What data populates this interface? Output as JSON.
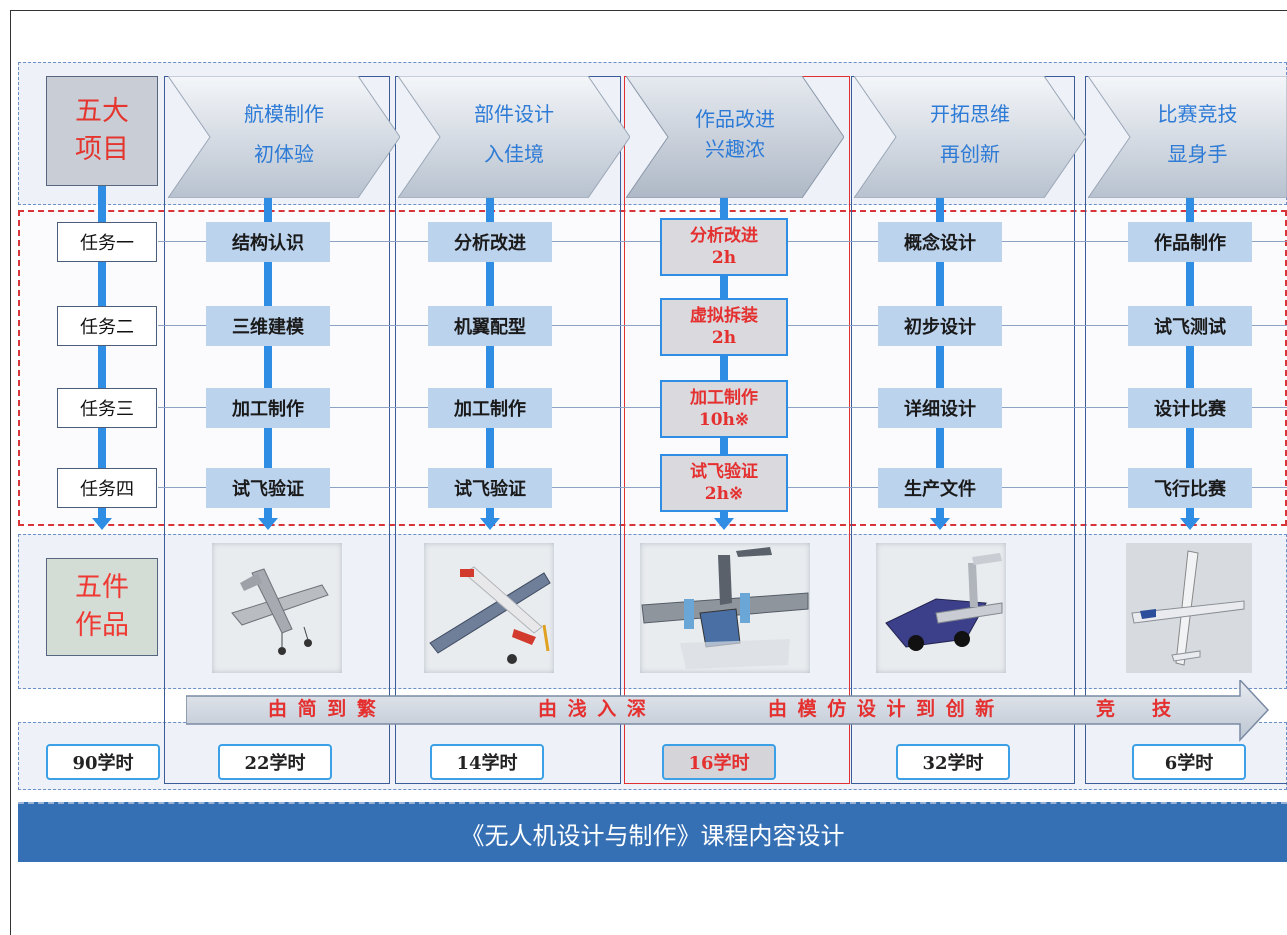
{
  "row_labels": {
    "projects": "五大项目",
    "works": "五件作品",
    "tasks": [
      "任务一",
      "任务二",
      "任务三",
      "任务四"
    ]
  },
  "stages": [
    {
      "line1": "航模制作",
      "line2": "初体验",
      "tasks": [
        "结构认识",
        "三维建模",
        "加工制作",
        "试飞验证"
      ],
      "hours": "22学时"
    },
    {
      "line1": "部件设计",
      "line2": "入佳境",
      "tasks": [
        "分析改进",
        "机翼配型",
        "加工制作",
        "试飞验证"
      ],
      "hours": "14学时"
    },
    {
      "line1": "作品改进",
      "line2": "兴趣浓",
      "tasks": [
        {
          "name": "分析改进",
          "time": "2h"
        },
        {
          "name": "虚拟拆装",
          "time": "2h"
        },
        {
          "name": "加工制作",
          "time": "10h※"
        },
        {
          "name": "试飞验证",
          "time": "2h※"
        }
      ],
      "hours": "16学时",
      "highlighted": true
    },
    {
      "line1": "开拓思维",
      "line2": "再创新",
      "tasks": [
        "概念设计",
        "初步设计",
        "详细设计",
        "生产文件"
      ],
      "hours": "32学时"
    },
    {
      "line1": "比赛竞技",
      "line2": "显身手",
      "tasks": [
        "作品制作",
        "试飞测试",
        "设计比赛",
        "飞行比赛"
      ],
      "hours": "6学时"
    }
  ],
  "total_hours": "90学时",
  "progression": [
    "由 简 到 繁",
    "由 浅 入 深",
    "由 模 仿 设 计 到 创 新",
    "竞",
    "技"
  ],
  "footer_title": "《无人机设计与制作》课程内容设计",
  "colors": {
    "highlight": "#e53030",
    "accent": "#2f8de4",
    "footer": "#3670b4"
  }
}
